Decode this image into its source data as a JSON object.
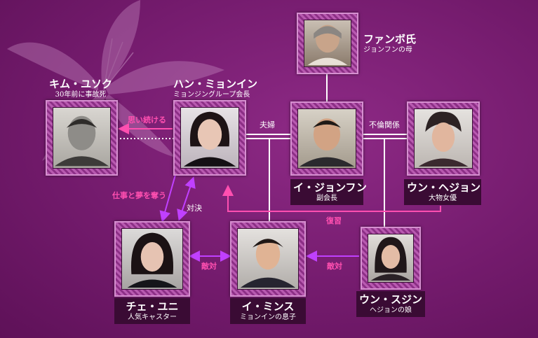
{
  "characters": {
    "fanbo": {
      "name": "ファンボ氏",
      "role": "ジョンフンの母"
    },
    "kim": {
      "name": "キム・ユソク",
      "role": "30年前に事故死"
    },
    "han": {
      "name": "ハン・ミョンイン",
      "role": "ミョンジングループ会長"
    },
    "lee_jh": {
      "name": "イ・ジョンフン",
      "role": "副会長"
    },
    "woon_hj": {
      "name": "ウン・ヘジョン",
      "role": "大物女優"
    },
    "choi": {
      "name": "チェ・ユニ",
      "role": "人気キャスター"
    },
    "lee_ms": {
      "name": "イ・ミンス",
      "role": "ミョンインの息子"
    },
    "woon_sj": {
      "name": "ウン・スジン",
      "role": "ヘジョンの娘"
    }
  },
  "relations": {
    "omoi": "思い続ける",
    "fuufu": "夫婦",
    "furin": "不倫関係",
    "shigoto": "仕事と夢を奪う",
    "taiketsu": "対決",
    "fukushuu": "復習",
    "tekitai1": "敵対",
    "tekitai2": "敵対"
  },
  "colors": {
    "background": "#741b6d",
    "arrow_pink": "#ff4fb0",
    "arrow_purple": "#c040ff",
    "line_white": "#ffffff"
  }
}
